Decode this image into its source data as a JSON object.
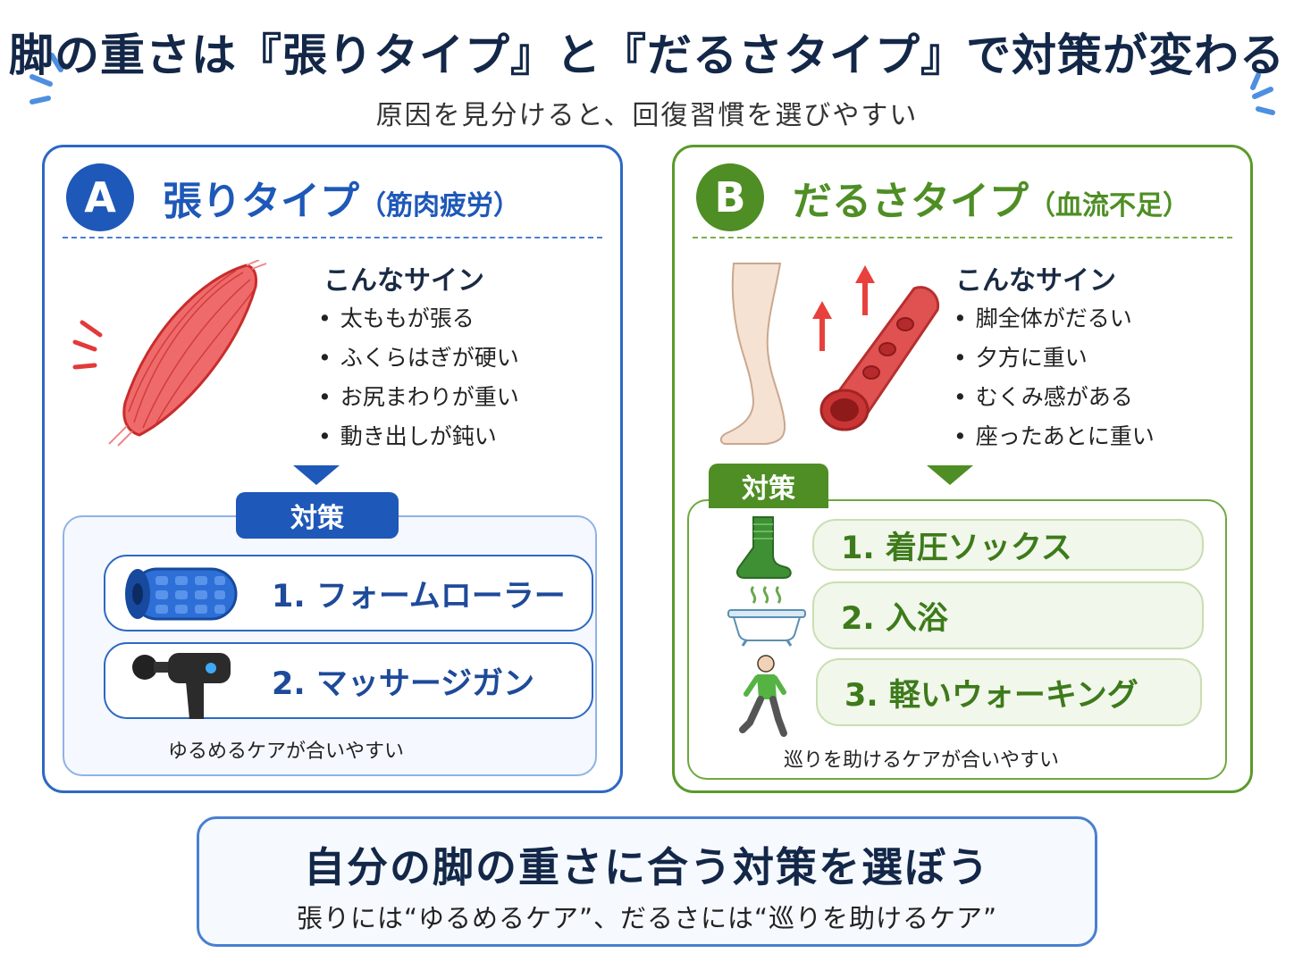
{
  "header": {
    "title": "脚の重さは『張りタイプ』と『だるさタイプ』で対策が変わる",
    "subtitle": "原因を見分けると、回復習慣を選びやすい"
  },
  "panel_a": {
    "badge": "A",
    "title": "張りタイプ",
    "title_sub": "（筋肉疲労）",
    "signs_heading": "こんなサイン",
    "signs": [
      "太ももが張る",
      "ふくらはぎが硬い",
      "お尻まわりが重い",
      "動き出しが鈍い"
    ],
    "measures_label": "対策",
    "measures": [
      "1. フォームローラー",
      "2. マッサージガン"
    ],
    "care_note": "ゆるめるケアが合いやすい",
    "icons": [
      "muscle-icon",
      "foam-roller-icon",
      "massage-gun-icon"
    ],
    "accent_color": "#1e58b8"
  },
  "panel_b": {
    "badge": "B",
    "title": "だるさタイプ",
    "title_sub": "（血流不足）",
    "signs_heading": "こんなサイン",
    "signs": [
      "脚全体がだるい",
      "夕方に重い",
      "むくみ感がある",
      "座ったあとに重い"
    ],
    "measures_label": "対策",
    "measures": [
      "1. 着圧ソックス",
      "2. 入浴",
      "3. 軽いウォーキング"
    ],
    "care_note": "巡りを助けるケアが合いやすい",
    "icons": [
      "leg-icon",
      "blood-vessel-icon",
      "sock-icon",
      "bathtub-icon",
      "walking-person-icon"
    ],
    "accent_color": "#4e8e24"
  },
  "bottom": {
    "title": "自分の脚の重さに合う対策を選ぼう",
    "subtitle": "張りには“ゆるめるケア”、だるさには“巡りを助けるケア”"
  }
}
